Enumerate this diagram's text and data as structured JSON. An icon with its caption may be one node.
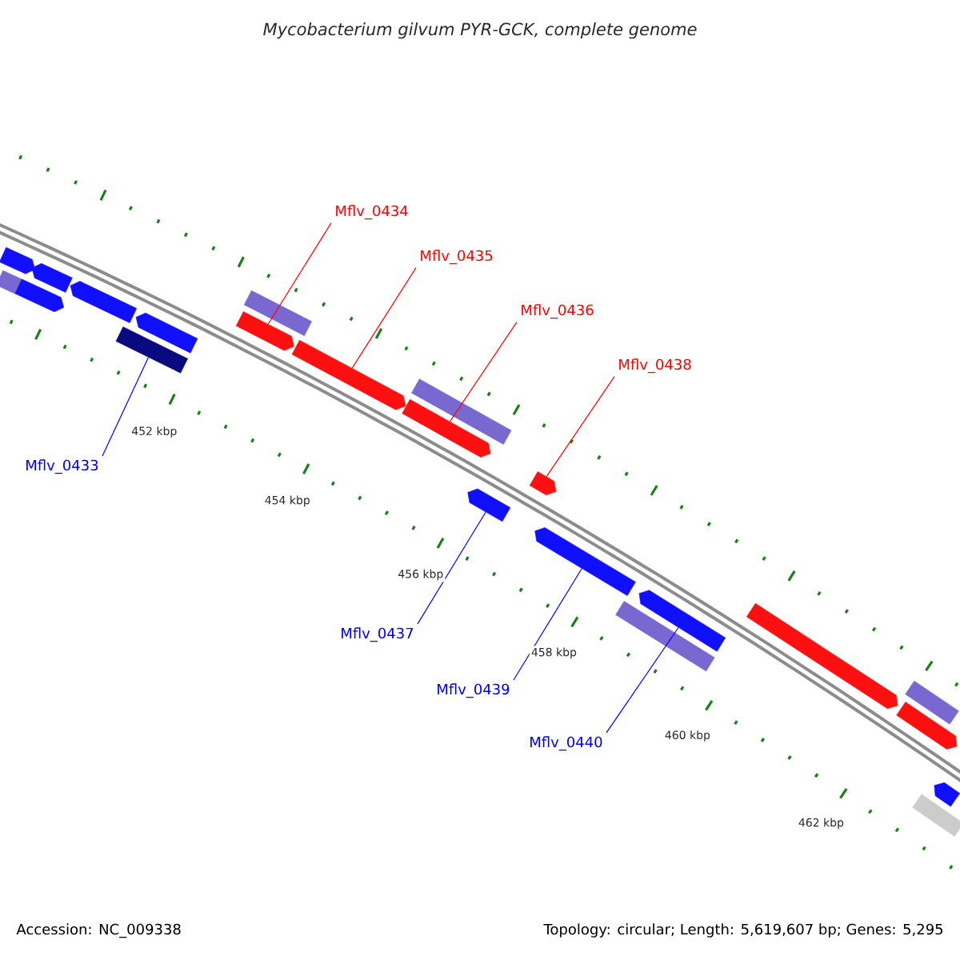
{
  "diagram": {
    "title": "Mycobacterium gilvum PYR-GCK, complete genome",
    "nodes": [
      {
        "text": [
          "Mflv_0434"
        ]
      },
      {
        "text": [
          "Mflv_0435"
        ]
      },
      {
        "text": [
          "Mflv_0436"
        ]
      },
      {
        "text": [
          "Mflv_0438"
        ]
      },
      {
        "text": [
          "Mflv_0433"
        ]
      },
      {
        "text": [
          "Mflv_0437"
        ]
      },
      {
        "text": [
          "Mflv_0439"
        ]
      },
      {
        "text": [
          "Mflv_0440"
        ]
      },
      {
        "text": [],
        "shape": "bar"
      },
      {
        "text": [],
        "shape": "box"
      },
      {
        "text": [],
        "shape": "bar"
      },
      {
        "text": [],
        "shape": "bar"
      },
      {
        "text": [],
        "shape": "bar"
      },
      {
        "text": [],
        "shape": "box"
      },
      {
        "text": [],
        "shape": "bar"
      },
      {
        "text": [],
        "shape": "bar"
      },
      {
        "text": [],
        "shape": "box"
      },
      {
        "text": [],
        "shape": "bar"
      },
      {
        "text": [],
        "shape": "bar"
      },
      {
        "text": [],
        "shape": "box"
      },
      {
        "text": [],
        "shape": "bar"
      },
      {
        "text": [],
        "shape": "bar"
      },
      {
        "text": [],
        "shape": "bar"
      },
      {
        "text": [],
        "shape": "box"
      },
      {
        "text": [],
        "shape": "bar"
      },
      {
        "text": [],
        "shape": "bar"
      },
      {
        "text": [],
        "shape": "bar"
      },
      {
        "text": [],
        "shape": "box"
      },
      {
        "text": [],
        "shape": "box"
      },
      {
        "text": [],
        "shape": "bar"
      }
    ],
    "edges": [
      {
        "from": 0,
        "to": 15,
        "arrow": "none",
        "color": "#ff0000"
      },
      {
        "from": 1,
        "to": 17,
        "arrow": "none",
        "color": "#ff0000"
      },
      {
        "from": 2,
        "to": 18,
        "arrow": "none",
        "color": "#ff0000"
      },
      {
        "from": 3,
        "to": 21,
        "arrow": "none",
        "color": "#ff0000"
      },
      {
        "from": 4,
        "to": 13,
        "arrow": "none",
        "color": "#0000ff"
      },
      {
        "from": 5,
        "to": 20,
        "arrow": "none",
        "color": "#0000ff"
      },
      {
        "from": 6,
        "to": 22,
        "arrow": "none",
        "color": "#0000ff"
      },
      {
        "from": 7,
        "to": 24,
        "arrow": "none",
        "color": "#0000ff"
      }
    ],
    "labels": [
      "452 kbp",
      "454 kbp",
      "456 kbp",
      "458 kbp",
      "460 kbp",
      "462 kbp",
      "Accession: NC_009338",
      "Topology: circular; Length: 5,619,607 bp; Genes: 5,295"
    ]
  }
}
